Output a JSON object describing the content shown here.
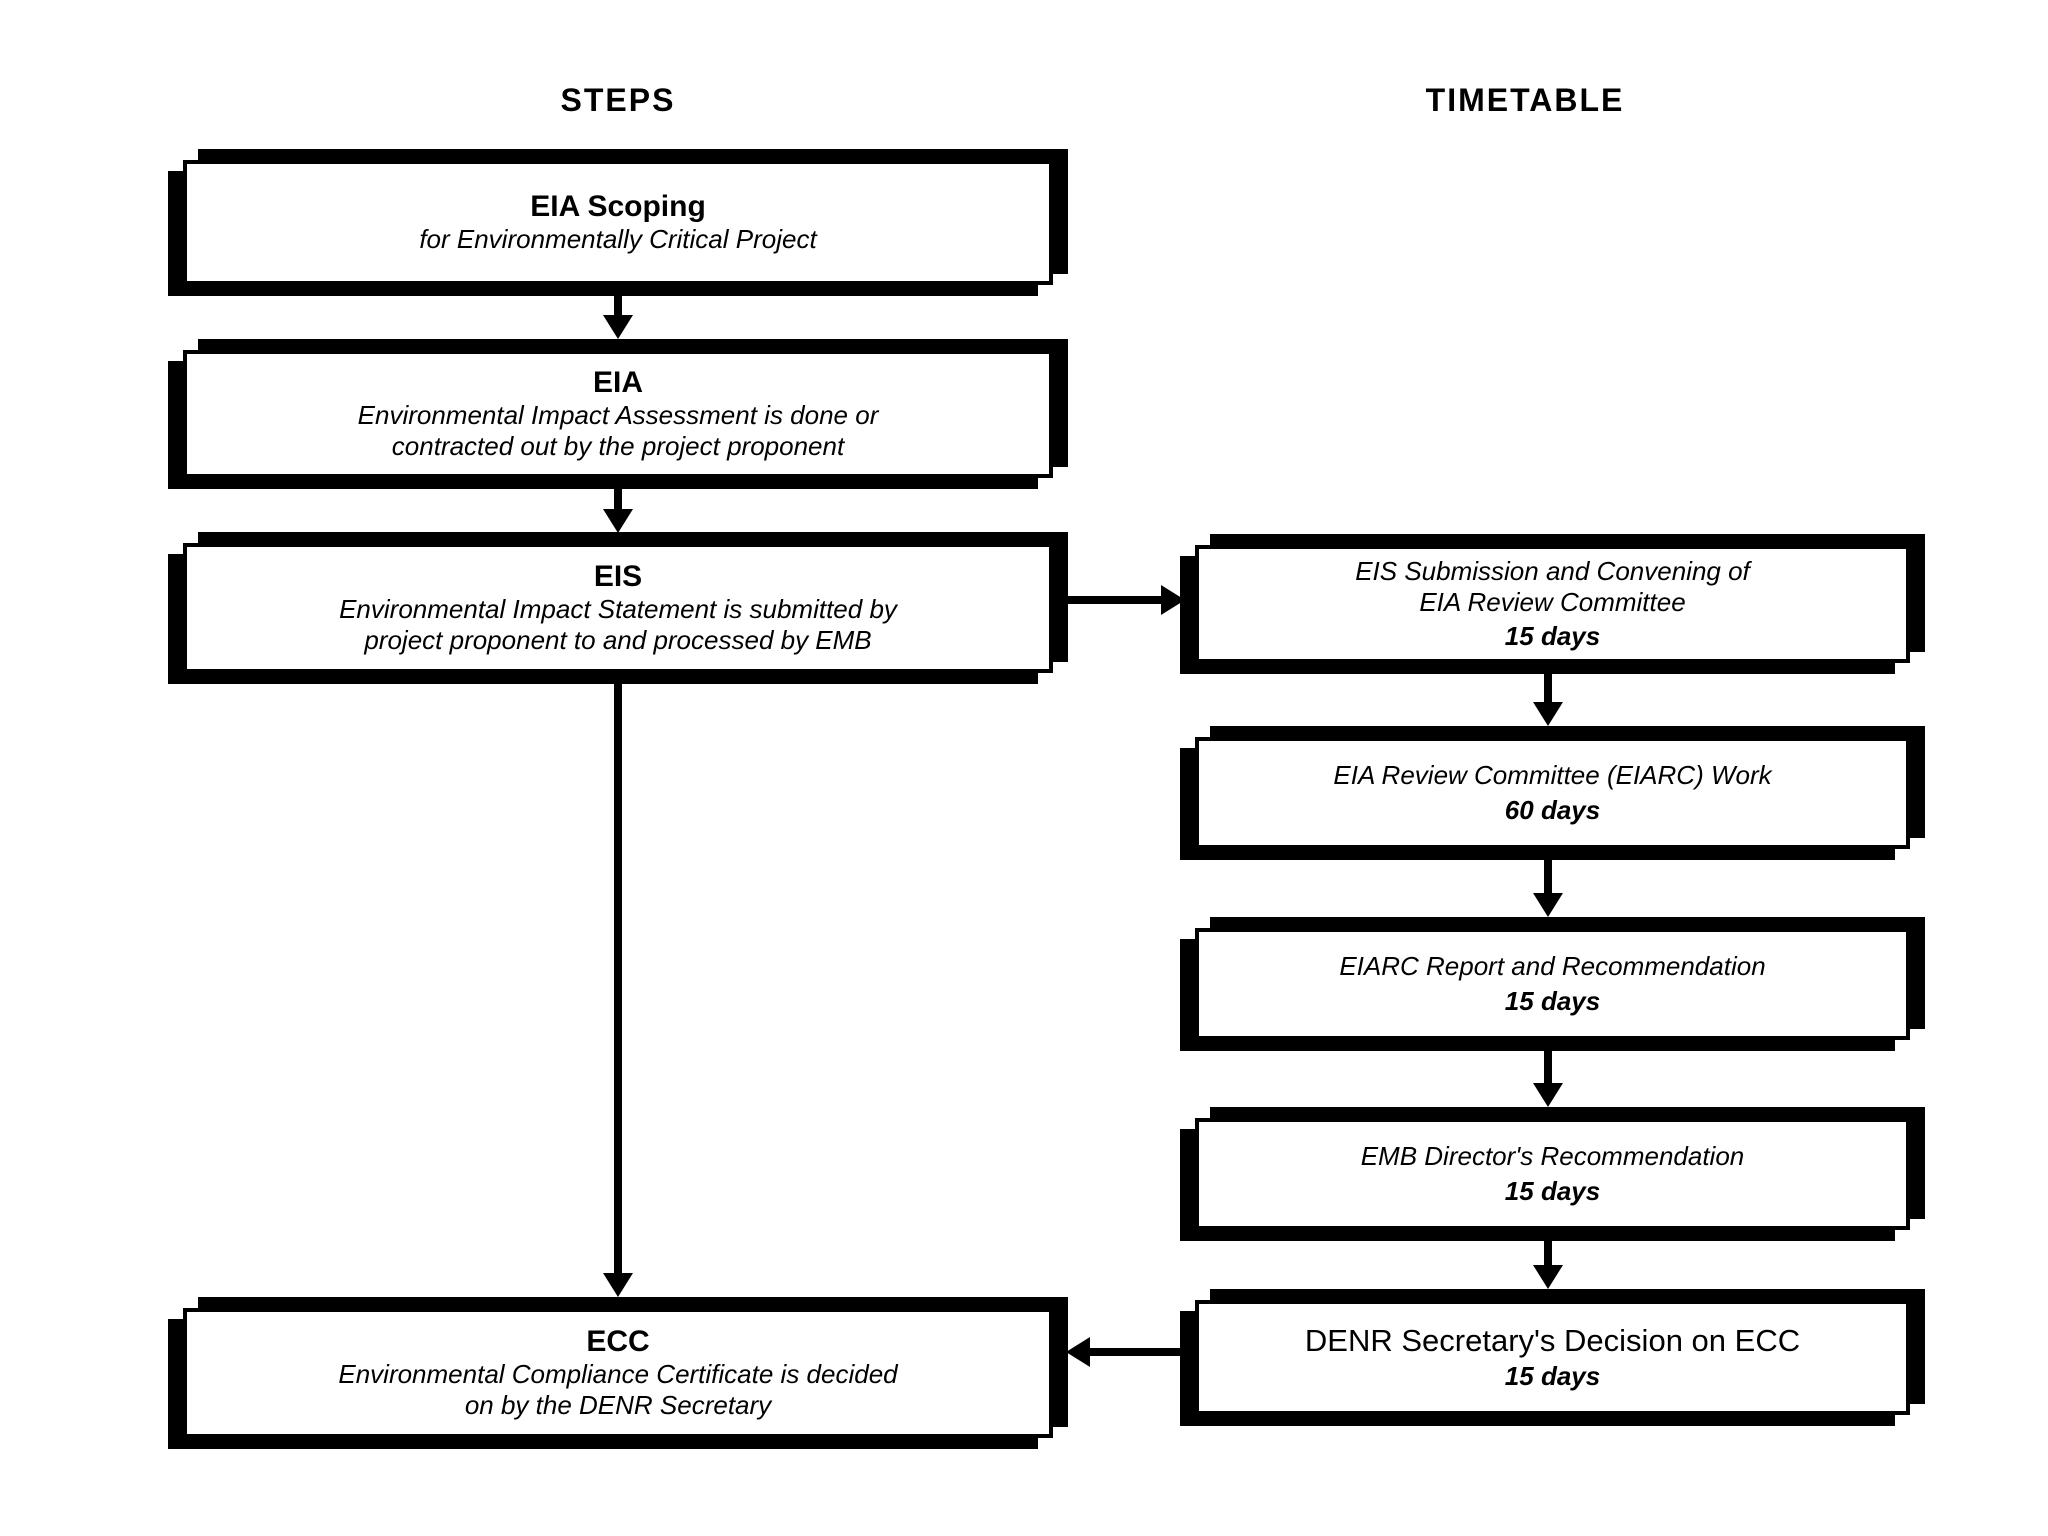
{
  "page": {
    "background": "#ffffff",
    "ink": "#000000"
  },
  "headers": {
    "steps": "STEPS",
    "timetable": "TIMETABLE"
  },
  "steps_column": {
    "boxes": [
      {
        "title": "EIA Scoping",
        "subtitle": "for Environmentally Critical Project"
      },
      {
        "title": "EIA",
        "subtitle": "Environmental Impact Assessment is done or\ncontracted out by the project proponent"
      },
      {
        "title": "EIS",
        "subtitle": "Environmental Impact Statement is submitted by\nproject proponent to and processed by EMB"
      },
      {
        "title": "ECC",
        "subtitle": "Environmental Compliance Certificate is decided\non by the DENR Secretary"
      }
    ]
  },
  "timetable_column": {
    "boxes": [
      {
        "title": "EIS Submission and Convening of\nEIA Review Committee",
        "duration": "15 days"
      },
      {
        "title": "EIA Review Committee (EIARC) Work",
        "duration": "60 days"
      },
      {
        "title": "EIARC Report and Recommendation",
        "duration": "15 days"
      },
      {
        "title": "EMB Director's Recommendation",
        "duration": "15 days"
      },
      {
        "title": "DENR Secretary's Decision on ECC",
        "duration": "15 days"
      }
    ]
  }
}
